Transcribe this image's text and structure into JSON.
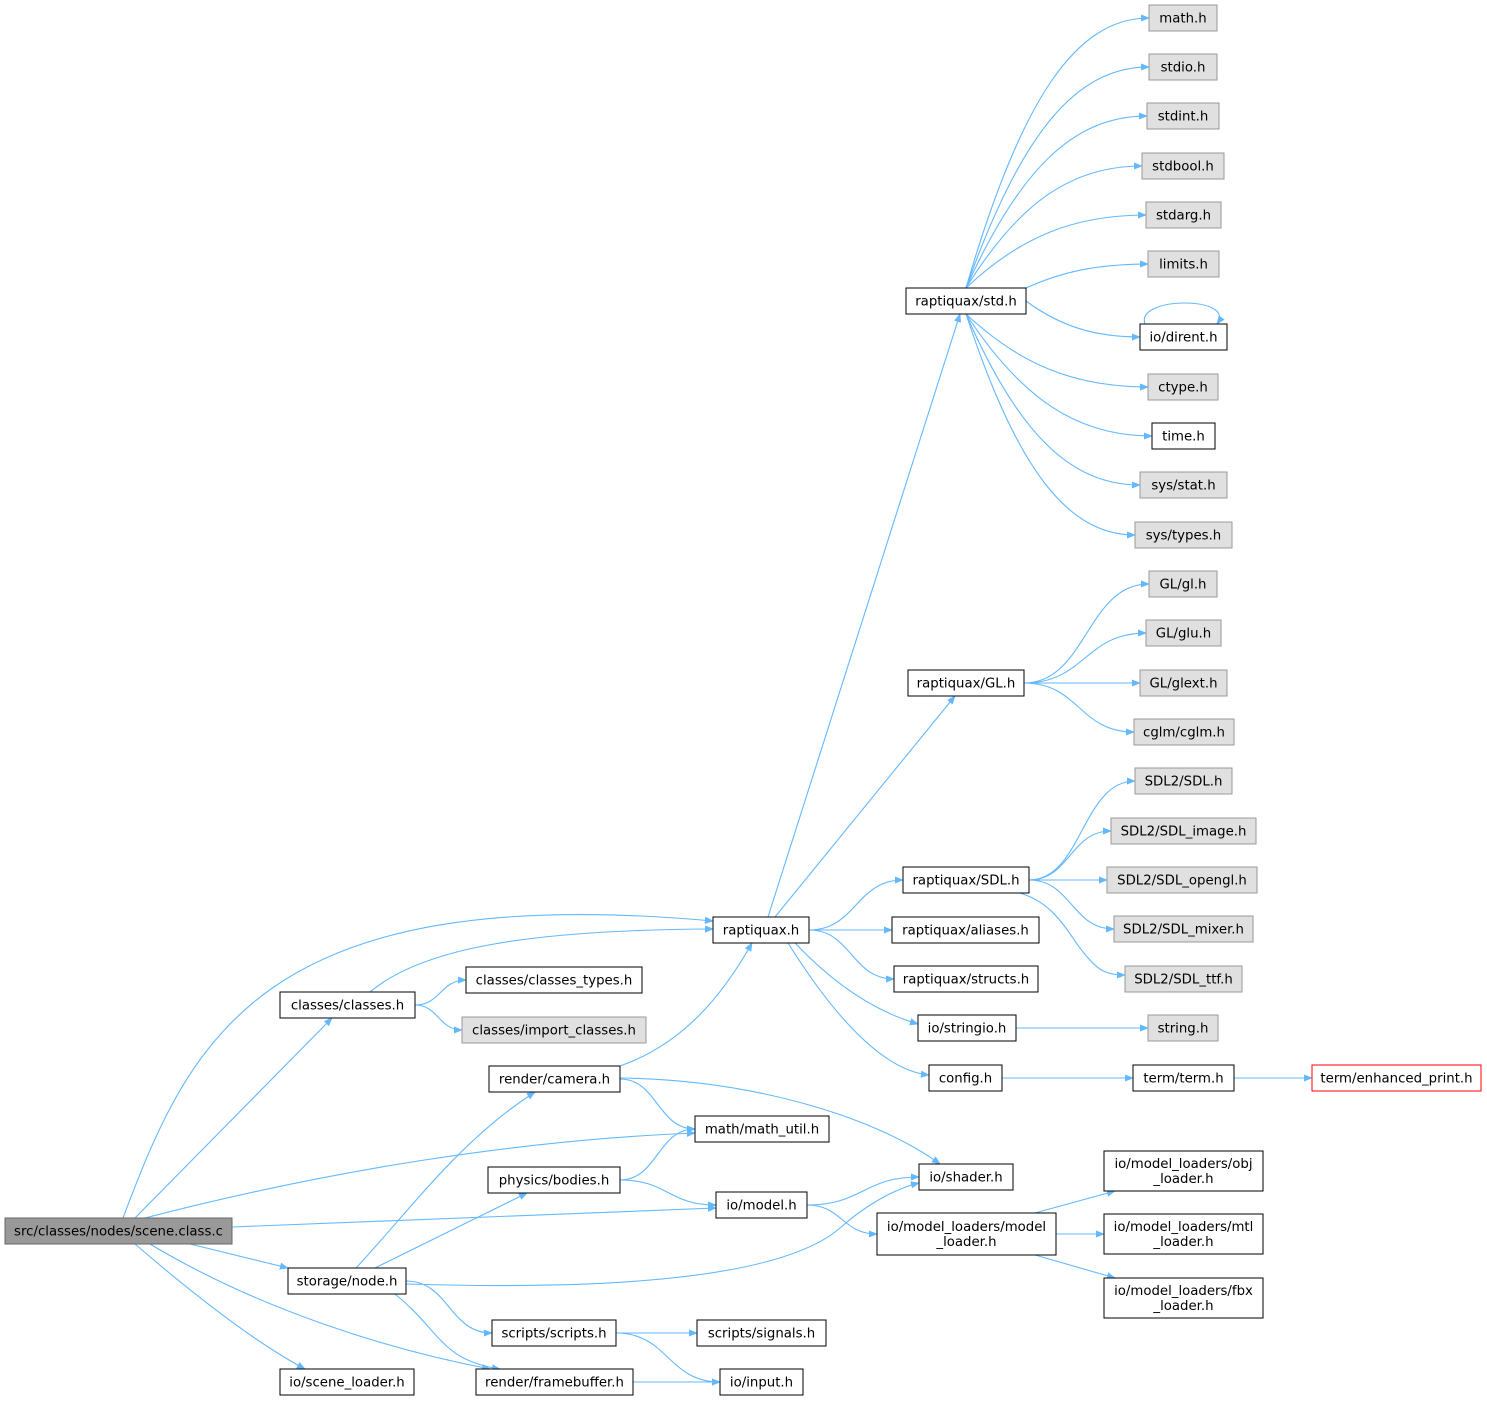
{
  "colors": {
    "edge": "#63b8ff",
    "node_fill": "#ffffff",
    "node_stroke": "#000000",
    "system_fill": "#e0e0e0",
    "system_stroke": "#999999",
    "root_fill": "#999999",
    "root_stroke": "#666666",
    "truncated_stroke": "#ff0000"
  },
  "nodes": [
    {
      "id": "scene",
      "label": "src/classes/nodes/scene.class.c",
      "kind": "root"
    },
    {
      "id": "raptiquax",
      "label": "raptiquax.h",
      "kind": "local"
    },
    {
      "id": "classes",
      "label": "classes/classes.h",
      "kind": "local"
    },
    {
      "id": "math_util",
      "label": "math/math_util.h",
      "kind": "local"
    },
    {
      "id": "io_model",
      "label": "io/model.h",
      "kind": "local"
    },
    {
      "id": "storage_node",
      "label": "storage/node.h",
      "kind": "local"
    },
    {
      "id": "render_framebuffer",
      "label": "render/framebuffer.h",
      "kind": "local"
    },
    {
      "id": "scene_loader",
      "label": "io/scene_loader.h",
      "kind": "local"
    },
    {
      "id": "rq_std",
      "label": "raptiquax/std.h",
      "kind": "local"
    },
    {
      "id": "rq_gl",
      "label": "raptiquax/GL.h",
      "kind": "local"
    },
    {
      "id": "rq_sdl",
      "label": "raptiquax/SDL.h",
      "kind": "local"
    },
    {
      "id": "rq_aliases",
      "label": "raptiquax/aliases.h",
      "kind": "local"
    },
    {
      "id": "rq_structs",
      "label": "raptiquax/structs.h",
      "kind": "local"
    },
    {
      "id": "io_stringio",
      "label": "io/stringio.h",
      "kind": "local"
    },
    {
      "id": "config",
      "label": "config.h",
      "kind": "local"
    },
    {
      "id": "math_h",
      "label": "math.h",
      "kind": "system"
    },
    {
      "id": "stdio_h",
      "label": "stdio.h",
      "kind": "system"
    },
    {
      "id": "stdint_h",
      "label": "stdint.h",
      "kind": "system"
    },
    {
      "id": "stdbool_h",
      "label": "stdbool.h",
      "kind": "system"
    },
    {
      "id": "stdarg_h",
      "label": "stdarg.h",
      "kind": "system"
    },
    {
      "id": "limits_h",
      "label": "limits.h",
      "kind": "system"
    },
    {
      "id": "io_dirent",
      "label": "io/dirent.h",
      "kind": "local"
    },
    {
      "id": "ctype_h",
      "label": "ctype.h",
      "kind": "system"
    },
    {
      "id": "time_h",
      "label": "time.h",
      "kind": "local"
    },
    {
      "id": "sys_stat",
      "label": "sys/stat.h",
      "kind": "system"
    },
    {
      "id": "sys_types",
      "label": "sys/types.h",
      "kind": "system"
    },
    {
      "id": "gl_gl",
      "label": "GL/gl.h",
      "kind": "system"
    },
    {
      "id": "gl_glu",
      "label": "GL/glu.h",
      "kind": "system"
    },
    {
      "id": "gl_glext",
      "label": "GL/glext.h",
      "kind": "system"
    },
    {
      "id": "cglm",
      "label": "cglm/cglm.h",
      "kind": "system"
    },
    {
      "id": "sdl_sdl",
      "label": "SDL2/SDL.h",
      "kind": "system"
    },
    {
      "id": "sdl_image",
      "label": "SDL2/SDL_image.h",
      "kind": "system"
    },
    {
      "id": "sdl_opengl",
      "label": "SDL2/SDL_opengl.h",
      "kind": "system"
    },
    {
      "id": "sdl_mixer",
      "label": "SDL2/SDL_mixer.h",
      "kind": "system"
    },
    {
      "id": "sdl_ttf",
      "label": "SDL2/SDL_ttf.h",
      "kind": "system"
    },
    {
      "id": "string_h",
      "label": "string.h",
      "kind": "system"
    },
    {
      "id": "term_term",
      "label": "term/term.h",
      "kind": "local"
    },
    {
      "id": "term_enhanced",
      "label": "term/enhanced_print.h",
      "kind": "truncated"
    },
    {
      "id": "classes_types",
      "label": "classes/classes_types.h",
      "kind": "local"
    },
    {
      "id": "import_classes",
      "label": "classes/import_classes.h",
      "kind": "system"
    },
    {
      "id": "render_camera",
      "label": "render/camera.h",
      "kind": "local"
    },
    {
      "id": "physics_bodies",
      "label": "physics/bodies.h",
      "kind": "local"
    },
    {
      "id": "io_shader",
      "label": "io/shader.h",
      "kind": "local"
    },
    {
      "id": "model_loader",
      "label": "io/model_loaders/model\n_loader.h",
      "kind": "local"
    },
    {
      "id": "obj_loader",
      "label": "io/model_loaders/obj\n_loader.h",
      "kind": "local"
    },
    {
      "id": "mtl_loader",
      "label": "io/model_loaders/mtl\n_loader.h",
      "kind": "local"
    },
    {
      "id": "fbx_loader",
      "label": "io/model_loaders/fbx\n_loader.h",
      "kind": "local"
    },
    {
      "id": "scripts_scripts",
      "label": "scripts/scripts.h",
      "kind": "local"
    },
    {
      "id": "scripts_signals",
      "label": "scripts/signals.h",
      "kind": "local"
    },
    {
      "id": "io_input",
      "label": "io/input.h",
      "kind": "local"
    }
  ],
  "edges": [
    {
      "from": "scene",
      "to": "raptiquax"
    },
    {
      "from": "scene",
      "to": "classes"
    },
    {
      "from": "scene",
      "to": "math_util"
    },
    {
      "from": "scene",
      "to": "io_model"
    },
    {
      "from": "scene",
      "to": "storage_node"
    },
    {
      "from": "scene",
      "to": "render_framebuffer"
    },
    {
      "from": "scene",
      "to": "scene_loader"
    },
    {
      "from": "classes",
      "to": "raptiquax"
    },
    {
      "from": "classes",
      "to": "classes_types"
    },
    {
      "from": "classes",
      "to": "import_classes"
    },
    {
      "from": "raptiquax",
      "to": "rq_std"
    },
    {
      "from": "raptiquax",
      "to": "rq_gl"
    },
    {
      "from": "raptiquax",
      "to": "rq_sdl"
    },
    {
      "from": "raptiquax",
      "to": "rq_aliases"
    },
    {
      "from": "raptiquax",
      "to": "rq_structs"
    },
    {
      "from": "raptiquax",
      "to": "io_stringio"
    },
    {
      "from": "raptiquax",
      "to": "config"
    },
    {
      "from": "rq_std",
      "to": "math_h"
    },
    {
      "from": "rq_std",
      "to": "stdio_h"
    },
    {
      "from": "rq_std",
      "to": "stdint_h"
    },
    {
      "from": "rq_std",
      "to": "stdbool_h"
    },
    {
      "from": "rq_std",
      "to": "stdarg_h"
    },
    {
      "from": "rq_std",
      "to": "limits_h"
    },
    {
      "from": "rq_std",
      "to": "io_dirent"
    },
    {
      "from": "rq_std",
      "to": "ctype_h"
    },
    {
      "from": "rq_std",
      "to": "time_h"
    },
    {
      "from": "rq_std",
      "to": "sys_stat"
    },
    {
      "from": "rq_std",
      "to": "sys_types"
    },
    {
      "from": "io_dirent",
      "to": "io_dirent"
    },
    {
      "from": "rq_gl",
      "to": "gl_gl"
    },
    {
      "from": "rq_gl",
      "to": "gl_glu"
    },
    {
      "from": "rq_gl",
      "to": "gl_glext"
    },
    {
      "from": "rq_gl",
      "to": "cglm"
    },
    {
      "from": "rq_sdl",
      "to": "sdl_sdl"
    },
    {
      "from": "rq_sdl",
      "to": "sdl_image"
    },
    {
      "from": "rq_sdl",
      "to": "sdl_opengl"
    },
    {
      "from": "rq_sdl",
      "to": "sdl_mixer"
    },
    {
      "from": "rq_sdl",
      "to": "sdl_ttf"
    },
    {
      "from": "io_stringio",
      "to": "string_h"
    },
    {
      "from": "config",
      "to": "term_term"
    },
    {
      "from": "term_term",
      "to": "term_enhanced"
    },
    {
      "from": "render_camera",
      "to": "raptiquax"
    },
    {
      "from": "render_camera",
      "to": "math_util"
    },
    {
      "from": "render_camera",
      "to": "io_shader"
    },
    {
      "from": "physics_bodies",
      "to": "math_util"
    },
    {
      "from": "physics_bodies",
      "to": "io_model"
    },
    {
      "from": "io_model",
      "to": "io_shader"
    },
    {
      "from": "io_model",
      "to": "model_loader"
    },
    {
      "from": "model_loader",
      "to": "obj_loader"
    },
    {
      "from": "model_loader",
      "to": "mtl_loader"
    },
    {
      "from": "model_loader",
      "to": "fbx_loader"
    },
    {
      "from": "storage_node",
      "to": "render_camera"
    },
    {
      "from": "storage_node",
      "to": "physics_bodies"
    },
    {
      "from": "storage_node",
      "to": "io_shader"
    },
    {
      "from": "storage_node",
      "to": "scripts_scripts"
    },
    {
      "from": "storage_node",
      "to": "render_framebuffer"
    },
    {
      "from": "scripts_scripts",
      "to": "scripts_signals"
    },
    {
      "from": "scripts_scripts",
      "to": "io_input"
    },
    {
      "from": "render_framebuffer",
      "to": "io_input"
    }
  ]
}
